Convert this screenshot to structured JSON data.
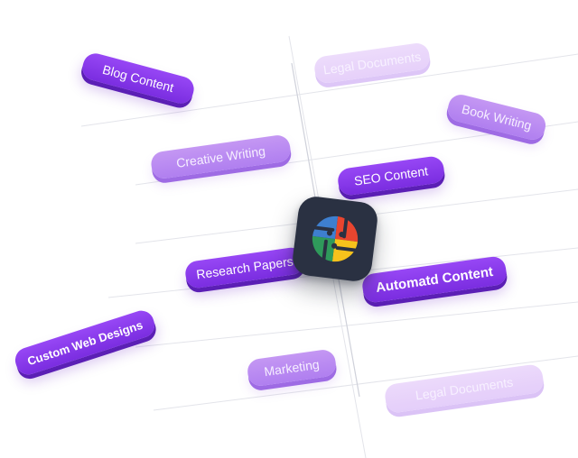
{
  "tags": [
    {
      "label": "Blog Content"
    },
    {
      "label": "Legal Documents"
    },
    {
      "label": "Book Writing"
    },
    {
      "label": "Creative Writing"
    },
    {
      "label": "SEO Content"
    },
    {
      "label": "Research Papers"
    },
    {
      "label": "Automatd Content"
    },
    {
      "label": "Custom Web Designs"
    },
    {
      "label": "Marketing"
    },
    {
      "label": "Legal Documents"
    }
  ],
  "logo": {
    "icon": "colorful-pinwheel-logo-icon"
  },
  "colors": {
    "dark_purple": "#8a3bef",
    "mid_purple": "#b98af2",
    "light_purple": "#e6d0fb",
    "logo_bg": "#2a3142",
    "logo_red": "#e8452f",
    "logo_yellow": "#f6c21c",
    "logo_green": "#2f9a5b",
    "logo_blue": "#3e7fcf"
  }
}
